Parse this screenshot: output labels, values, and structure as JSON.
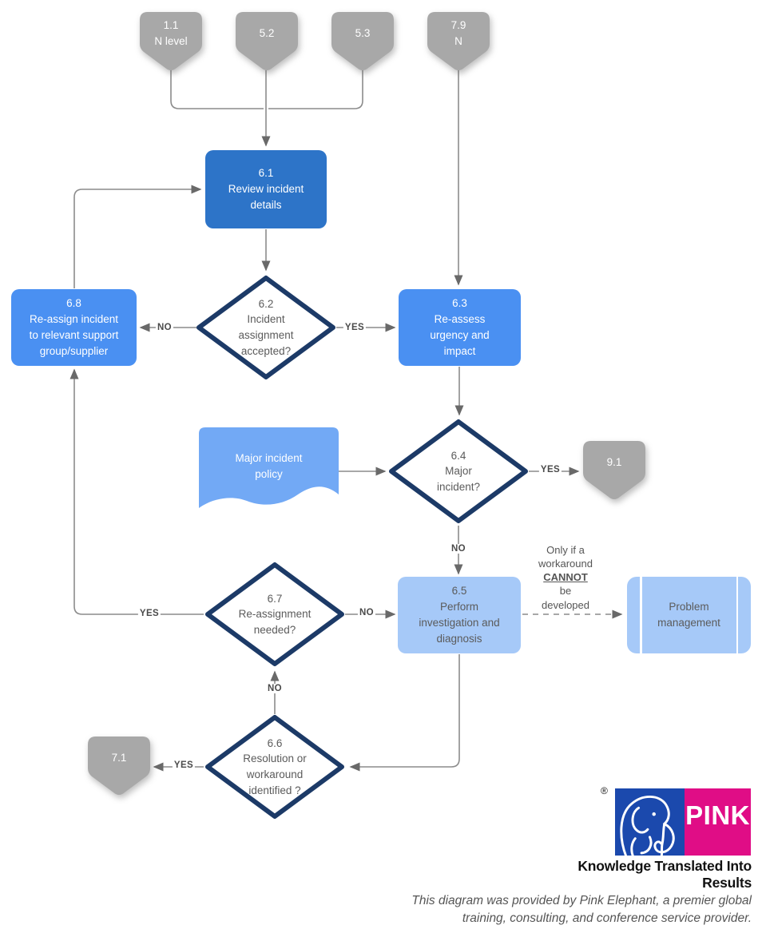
{
  "colors": {
    "process-primary": "#2d74c8",
    "process-secondary": "#4a90f2",
    "process-light": "#a6c9f8",
    "document-fill": "#72a9f5",
    "decision-border": "#1c3a67",
    "connector-fill": "#a8a8a8",
    "edge": "#8c8c8c",
    "arrow": "#696969",
    "text-dark": "#5b5b5b",
    "logo-blue": "#1b49ad",
    "logo-pink": "#e00d86"
  },
  "nodes": {
    "c11": {
      "text": "1.1\nN level"
    },
    "c52": {
      "text": "5.2"
    },
    "c53": {
      "text": "5.3"
    },
    "c79": {
      "text": "7.9\nN"
    },
    "n61": {
      "text": "6.1\nReview incident\ndetails"
    },
    "n62": {
      "text": "6.2\nIncident\nassignment\naccepted?"
    },
    "n63": {
      "text": "6.3\nRe-assess\nurgency and\nimpact"
    },
    "n68": {
      "text": "6.8\nRe-assign incident\nto relevant support\ngroup/supplier"
    },
    "doc": {
      "text": "Major incident\npolicy"
    },
    "n64": {
      "text": "6.4\nMajor\nincident?"
    },
    "c91": {
      "text": "9.1"
    },
    "n65": {
      "text": "6.5\nPerform\ninvestigation and\ndiagnosis"
    },
    "problem": {
      "text": "Problem\nmanagement"
    },
    "n67": {
      "text": "6.7\nRe-assignment\nneeded?"
    },
    "n66": {
      "text": "6.6\nResolution or\nworkaround\nidentified ?"
    },
    "c71": {
      "text": "7.1"
    }
  },
  "labels": {
    "yes": "YES",
    "no": "NO"
  },
  "note": {
    "line1": "Only if a\nworkaround",
    "emph": "CANNOT",
    "line2": "be\ndeveloped"
  },
  "logo": {
    "registered": "®",
    "brand": "PINK",
    "tagline": "Knowledge Translated Into Results"
  },
  "footer": {
    "text": "This diagram was provided by Pink Elephant, a premier global\ntraining, consulting, and conference service provider."
  }
}
